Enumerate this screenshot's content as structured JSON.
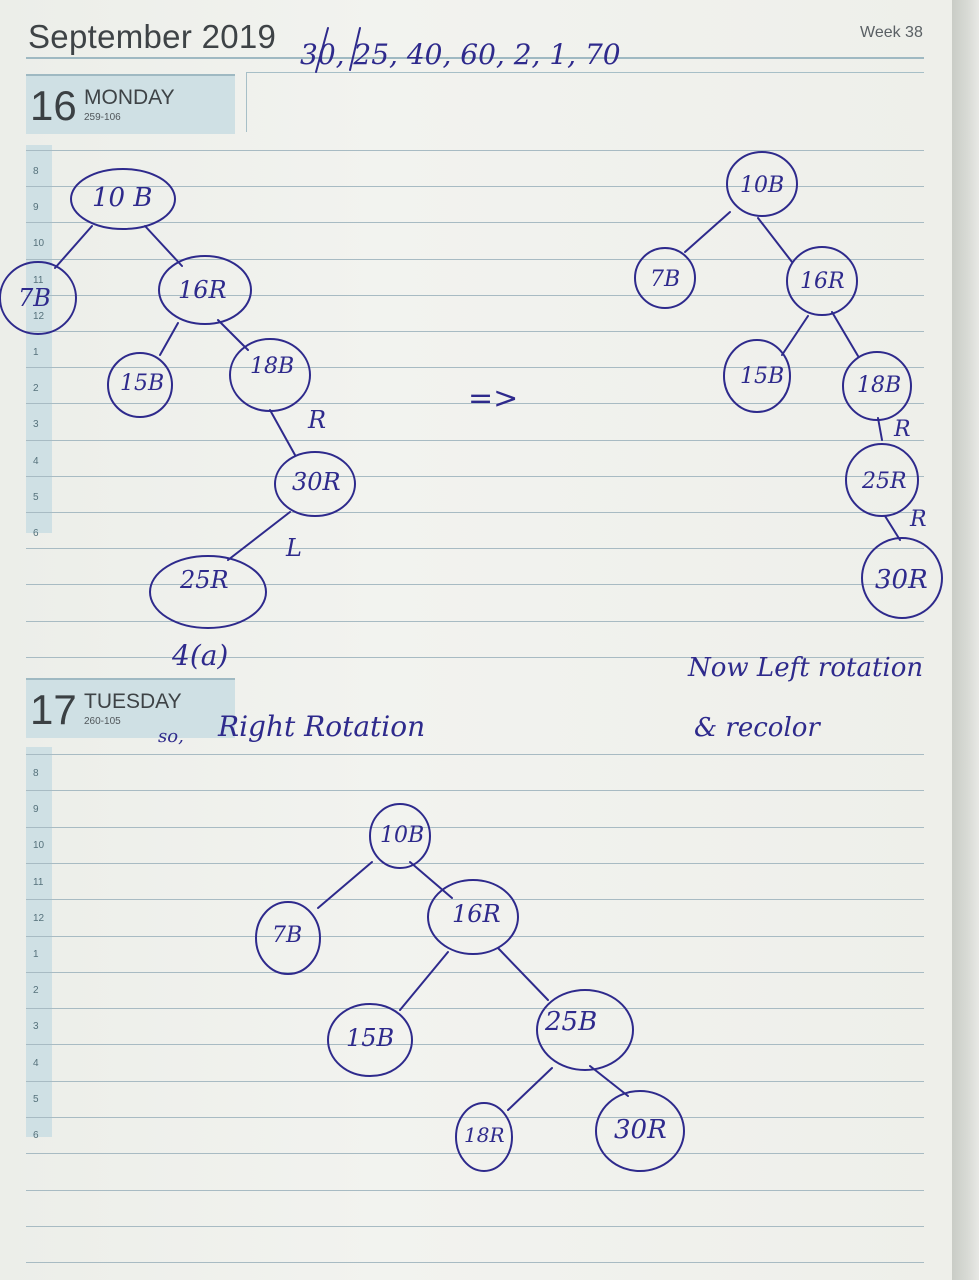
{
  "header": {
    "month_year": "September 2019",
    "week": "Week 38"
  },
  "days": [
    {
      "number": "16",
      "name": "MONDAY",
      "sub": "259-106",
      "hours": [
        "8",
        "9",
        "10",
        "11",
        "12",
        "1",
        "2",
        "3",
        "4",
        "5",
        "6"
      ]
    },
    {
      "number": "17",
      "name": "TUESDAY",
      "sub": "260-105",
      "hours": [
        "8",
        "9",
        "10",
        "11",
        "12",
        "1",
        "2",
        "3",
        "4",
        "5",
        "6"
      ]
    }
  ],
  "handwriting": {
    "sequence": "30, 25, 40, 60, 2, 1, 70",
    "arrow": "=>",
    "case_label": "4(a)",
    "so_note": "so,",
    "right_rotation": "Right Rotation",
    "left_rotation_line1": "Now Left rotation",
    "left_rotation_line2": "& recolor",
    "edge_R": "R",
    "edge_L": "L"
  },
  "trees": {
    "before": [
      "10 B",
      "7B",
      "16R",
      "15B",
      "18B",
      "30R",
      "25R"
    ],
    "middle": [
      "10B",
      "7B",
      "16R",
      "15B",
      "18B",
      "25R",
      "30R"
    ],
    "after": [
      "10B",
      "7B",
      "16R",
      "15B",
      "25B",
      "18R",
      "30R"
    ]
  },
  "colors": {
    "ink": "#2e2a8c",
    "header_band": "#cfe0e4",
    "rule": "#a8bbc3"
  }
}
